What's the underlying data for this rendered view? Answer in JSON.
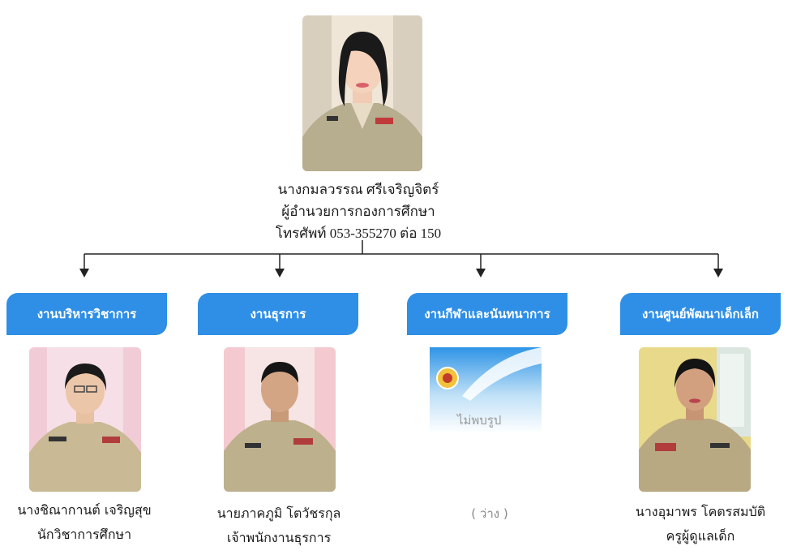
{
  "head": {
    "name": "นางกมลวรรณ  ศรีเจริญจิตร์",
    "position": "ผู้อำนวยการกองการศึกษา",
    "phone": "โทรศัพท์ 053-355270 ต่อ 150"
  },
  "departments": [
    {
      "label": "งานบริหารวิชาการ",
      "staff_name": "นางชิณากานต์ เจริญสุข",
      "staff_position": "นักวิชาการศึกษา"
    },
    {
      "label": "งานธุรการ",
      "staff_name": "นายภาคภูมิ โตวัชรกุล",
      "staff_position": "เจ้าพนักงานธุรการ"
    },
    {
      "label": "งานกีฬาและนันทนาการ",
      "staff_name": "( ว่าง )",
      "staff_position": "",
      "placeholder_text": "ไม่พบรูป"
    },
    {
      "label": "งานศูนย์พัฒนาเด็กเล็ก",
      "staff_name": "นางอุมาพร  โคตรสมบัติ",
      "staff_position": "ครูผู้ดูแลเด็ก"
    }
  ],
  "colors": {
    "label_bg": "#2f8fe6",
    "label_text": "#ffffff",
    "connector": "#222222"
  }
}
